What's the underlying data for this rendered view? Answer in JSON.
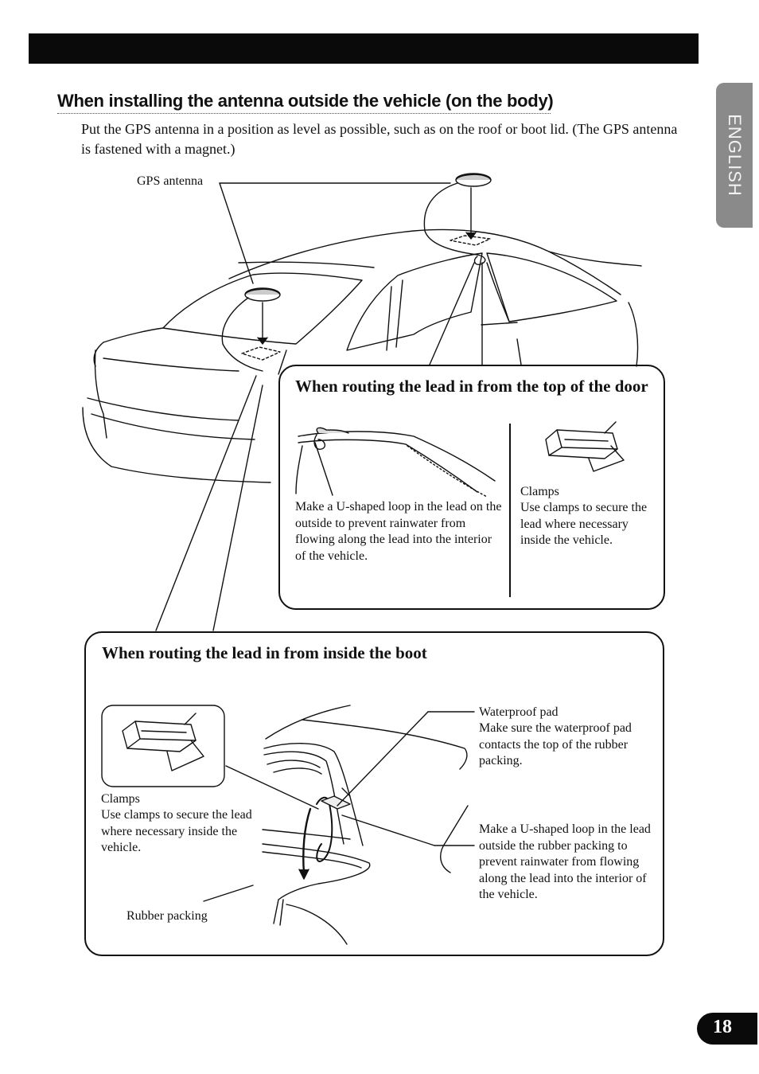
{
  "language_tab": "ENGLISH",
  "section": {
    "title": "When installing the antenna outside the vehicle (on the body)",
    "intro": "Put the GPS antenna in a position as level as possible, such as on the roof or boot lid. (The GPS antenna is fastened with a magnet.)"
  },
  "car_figure": {
    "gps_antenna_label": "GPS antenna"
  },
  "door_box": {
    "title": "When routing the lead in from the top of the door",
    "loop_text": "Make a U-shaped loop in the lead on the outside to prevent rainwater from flowing along the lead into the interior of the vehicle.",
    "clamps_label": "Clamps",
    "clamps_text": "Use clamps to secure the lead where necessary inside the vehicle."
  },
  "boot_box": {
    "title": "When routing the lead in from inside the boot",
    "clamps_label": "Clamps",
    "clamps_text": "Use clamps to secure the lead where necessary inside the vehicle.",
    "waterproof_label": "Waterproof pad",
    "waterproof_text": "Make sure the waterproof pad contacts the top of the rubber packing.",
    "loop_text": "Make a U-shaped loop in the lead outside the rubber packing to prevent rainwater from flowing along the lead into the interior of the vehicle.",
    "rubber_packing_label": "Rubber packing"
  },
  "page_number": "18"
}
